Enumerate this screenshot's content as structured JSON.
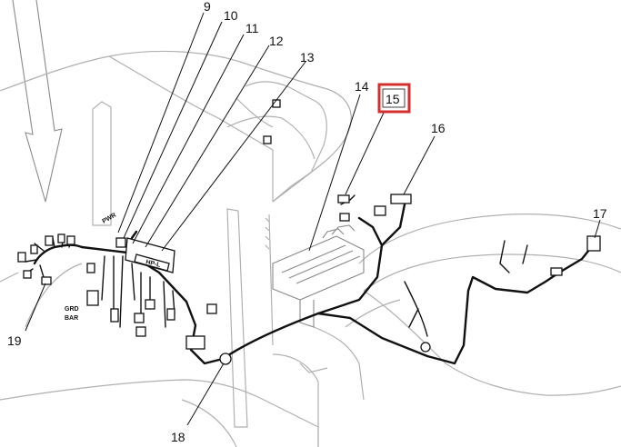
{
  "callouts": [
    {
      "id": "9",
      "label": "9"
    },
    {
      "id": "10",
      "label": "10"
    },
    {
      "id": "11",
      "label": "11"
    },
    {
      "id": "12",
      "label": "12"
    },
    {
      "id": "13",
      "label": "13"
    },
    {
      "id": "14",
      "label": "14"
    },
    {
      "id": "15",
      "label": "15",
      "highlighted": true
    },
    {
      "id": "16",
      "label": "16"
    },
    {
      "id": "17",
      "label": "17"
    },
    {
      "id": "18",
      "label": "18"
    },
    {
      "id": "19",
      "label": "19"
    }
  ],
  "panel_labels": {
    "pwr": "PWR",
    "hpl": "HP-L",
    "grd": "GRD",
    "bar": "BAR"
  },
  "colors": {
    "highlight": "#d32f2f",
    "line": "#111111",
    "outline": "#b0b0b0"
  }
}
